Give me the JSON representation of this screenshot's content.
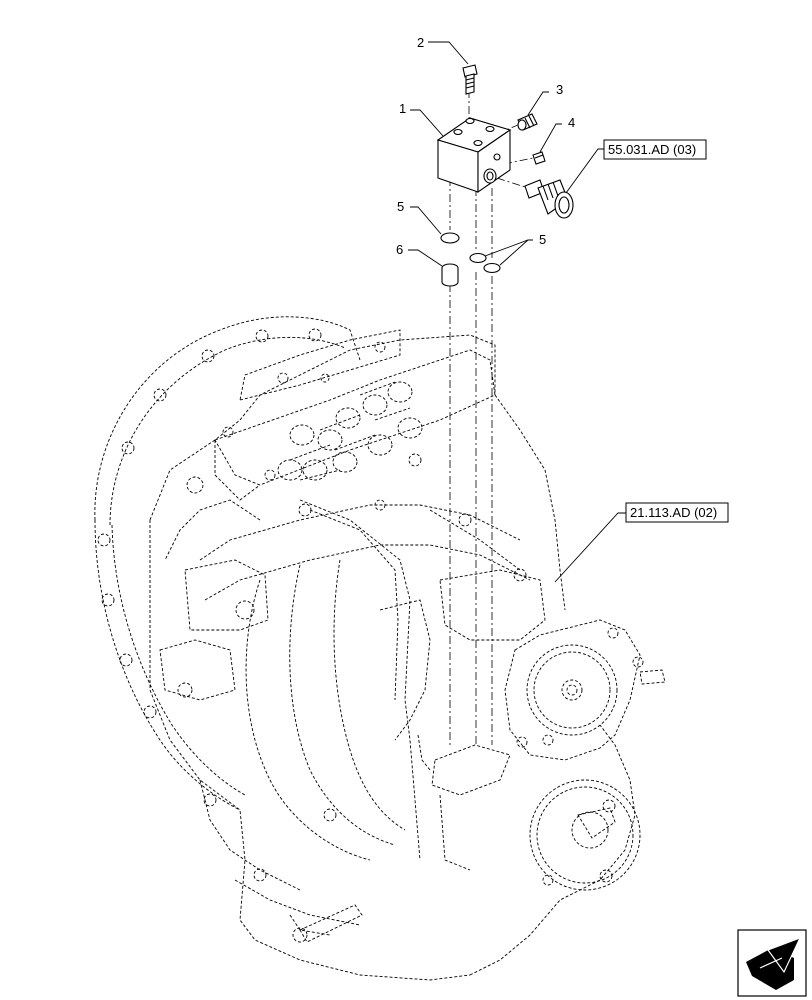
{
  "callouts": [
    {
      "number": "1"
    },
    {
      "number": "2"
    },
    {
      "number": "3"
    },
    {
      "number": "4"
    },
    {
      "number": "5"
    },
    {
      "number": "5"
    },
    {
      "number": "6"
    }
  ],
  "references": [
    {
      "label": "55.031.AD (03)"
    },
    {
      "label": "21.113.AD (02)"
    }
  ],
  "nav_icon": "navigation-arrow-icon"
}
